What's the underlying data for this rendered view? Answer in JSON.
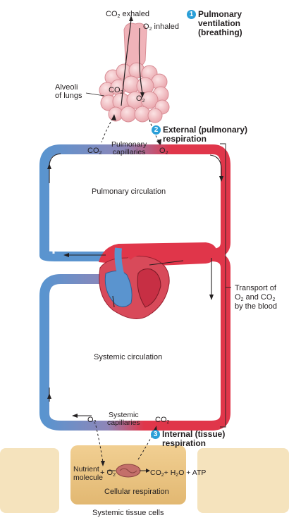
{
  "steps": [
    {
      "number": "1",
      "title_line1": "Pulmonary",
      "title_line2": "ventilation",
      "title_line3": "(breathing)"
    },
    {
      "number": "2",
      "title_line1": "External (pulmonary)",
      "title_line2": "respiration"
    },
    {
      "number": "3",
      "title_line1": "Internal (tissue)",
      "title_line2": "respiration"
    }
  ],
  "labels": {
    "co2_exhaled_main": "CO",
    "co2_exhaled_sub": "2",
    "co2_exhaled_rest": " exhaled",
    "o2_inhaled_main": "O",
    "o2_inhaled_sub": "2",
    "o2_inhaled_rest": " inhaled",
    "alveoli_line1": "Alveoli",
    "alveoli_line2": "of lungs",
    "lung_co2": "CO",
    "lung_o2": "O",
    "sub2": "2",
    "pulm_cap_line1": "Pulmonary",
    "pulm_cap_line2": "capillaries",
    "pulmonary_circulation": "Pulmonary circulation",
    "systemic_circulation": "Systemic circulation",
    "sys_cap_line1": "Systemic",
    "sys_cap_line2": "capillaries",
    "transport_line1": "Transport of",
    "transport_line2_a": "O",
    "transport_line2_b": " and CO",
    "transport_line3": "by the blood",
    "nutrient_line1": "Nutrient",
    "nutrient_line2": "molecule",
    "plus": "+",
    "products_h2o": "+ H",
    "products_o": "O + ATP",
    "cellular_respiration": "Cellular respiration",
    "systemic_tissue_cells": "Systemic tissue cells"
  },
  "colors": {
    "oxygenated": "#e0364a",
    "deoxygenated": "#5a94cf",
    "step_badge": "#2a9fd8",
    "lung": "#f2c0c4",
    "tissue_cell": "#f4dfb3",
    "tissue_cell_center": "#e9c98a"
  }
}
